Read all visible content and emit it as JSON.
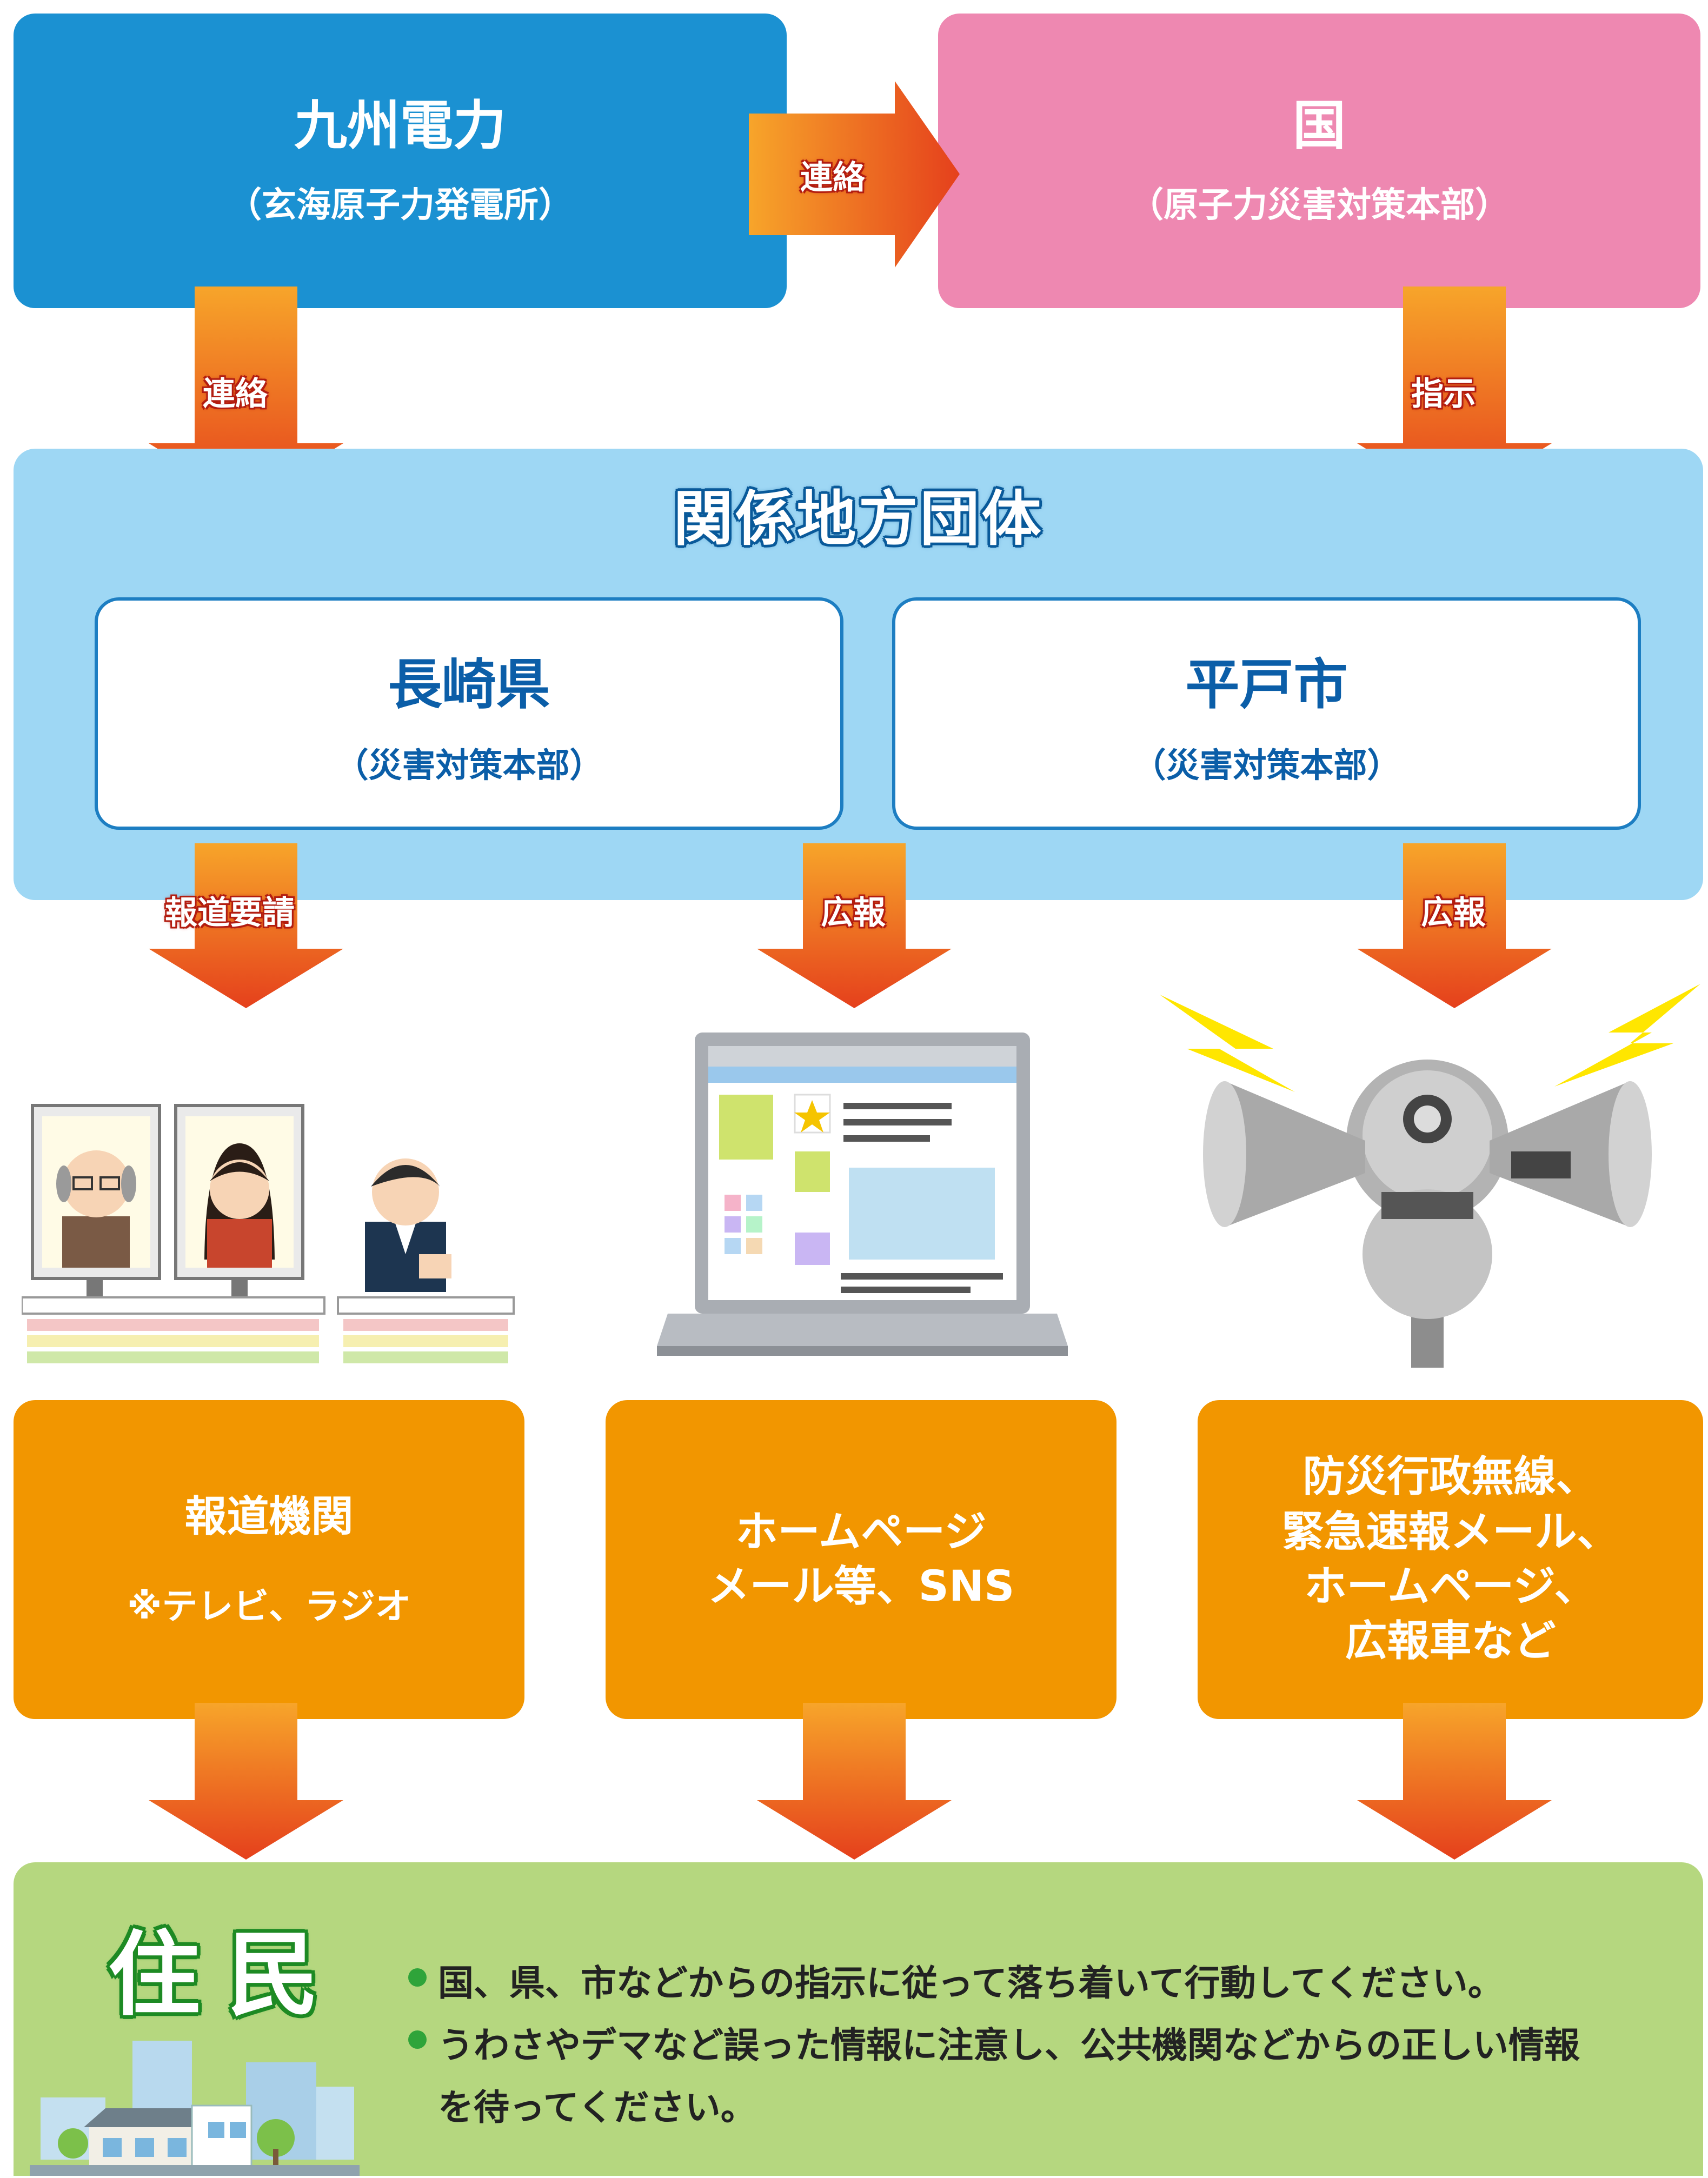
{
  "kyushu": {
    "title": "九州電力",
    "subtitle": "（玄海原子力発電所）"
  },
  "kuni": {
    "title": "国",
    "subtitle": "（原子力災害対策本部）"
  },
  "arrows": {
    "kyushu_to_kuni": "連絡",
    "kyushu_to_agencies": "連絡",
    "kuni_to_agencies": "指示",
    "to_media": "報道要請",
    "to_web": "広報",
    "to_radio": "広報"
  },
  "agencies": {
    "title": "関係地方団体",
    "nagasaki": {
      "title": "長崎県",
      "subtitle": "（災害対策本部）"
    },
    "hirado": {
      "title": "平戸市",
      "subtitle": "（災害対策本部）"
    }
  },
  "channels": {
    "media": {
      "line1": "報道機関",
      "note": "※テレビ、ラジオ"
    },
    "web": {
      "line1": "ホームページ",
      "line2": "メール等、SNS"
    },
    "radio": {
      "line1": "防災行政無線、",
      "line2": "緊急速報メール、",
      "line3": "ホームページ、",
      "line4": "広報車など"
    }
  },
  "residents": {
    "title": "住民",
    "notices": [
      "国、県、市などからの指示に従って落ち着いて行動してください。",
      "うわさやデマなど誤った情報に注意し、公共機関などからの正しい情報",
      "を待ってください。"
    ]
  },
  "colors": {
    "kyushu_blue": "#1b91d2",
    "kuni_pink": "#ee88b1",
    "agencies_light_blue": "#9ed7f4",
    "channel_orange": "#f29600",
    "residents_green": "#b5d77f"
  }
}
